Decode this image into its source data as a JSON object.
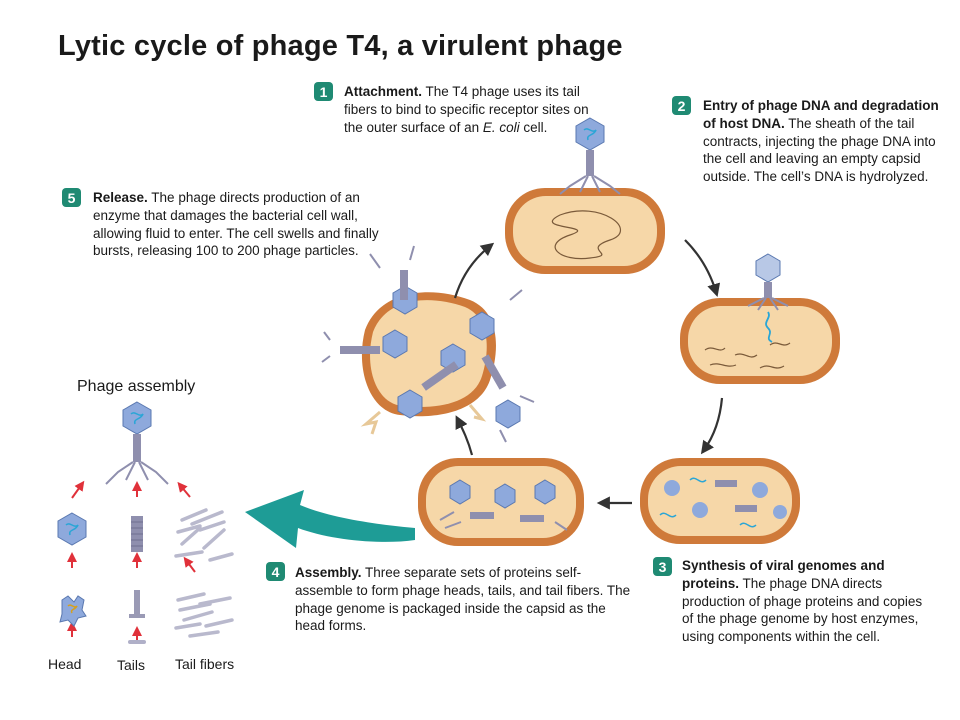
{
  "title": "Lytic cycle of phage T4, a virulent phage",
  "steps": [
    {
      "number": "1",
      "bold": "Attachment.",
      "text": " The T4 phage uses its tail fibers to bind to specific receptor sites on the outer surface of an ",
      "italic": "E. coli",
      "after": " cell."
    },
    {
      "number": "2",
      "bold": "Entry of phage DNA and degradation of host DNA.",
      "text": " The sheath of the tail contracts, injecting the phage DNA into the cell and leaving an empty capsid outside. The cell’s DNA is hydrolyzed."
    },
    {
      "number": "3",
      "bold": "Synthesis of viral genomes and proteins.",
      "text": " The phage DNA directs production of phage proteins and copies of the phage genome by host enzymes, using components within the cell."
    },
    {
      "number": "4",
      "bold": "Assembly.",
      "text": " Three separate sets of proteins self-assemble to form phage heads, tails, and tail fibers. The phage genome is packaged inside the capsid as the head forms."
    },
    {
      "number": "5",
      "bold": "Release.",
      "text": " The phage directs production of an enzyme that damages the bacterial cell wall, allowing fluid to enter. The cell swells and finally bursts, releasing 100 to 200 phage particles."
    }
  ],
  "assembly": {
    "title": "Phage assembly",
    "labels": {
      "head": "Head",
      "tails": "Tails",
      "tail_fibers": "Tail fibers"
    }
  },
  "colors": {
    "badge": "#1f8a73",
    "cell_wall": "#cf7a3a",
    "cytoplasm": "#f6d7a8",
    "phage_head": "#8ea9dc",
    "phage_tail": "#8f8fae",
    "dna": "#2aa6d6",
    "cycle_arrow": "#333333",
    "big_arrow": "#1e9c96",
    "small_arrow": "#e0313a"
  },
  "icons": [
    "phage-icon",
    "bacterium-cell-icon",
    "cycle-arrow-icon",
    "big-teal-arrow-icon",
    "red-arrow-icon"
  ]
}
